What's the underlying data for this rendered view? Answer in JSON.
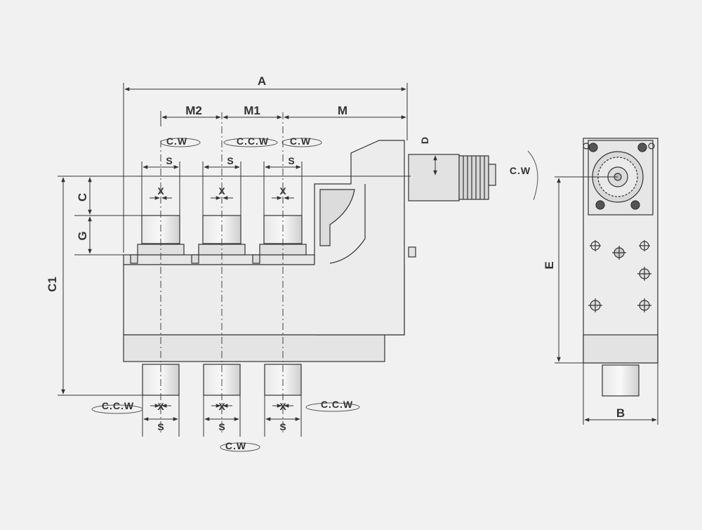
{
  "labels": {
    "A": "A",
    "M2": "M2",
    "M1": "M1",
    "M": "M",
    "D": "D",
    "C": "C",
    "G": "G",
    "C1": "C1",
    "E": "E",
    "B": "B",
    "S": "S",
    "X": "X"
  },
  "rotation": {
    "cw": "C.W",
    "ccw": "C.C.W"
  },
  "colors": {
    "background": "#f1f1f1",
    "body_fill": "#ececec",
    "shade_fill": "#d9d9d9",
    "line": "#333333"
  }
}
